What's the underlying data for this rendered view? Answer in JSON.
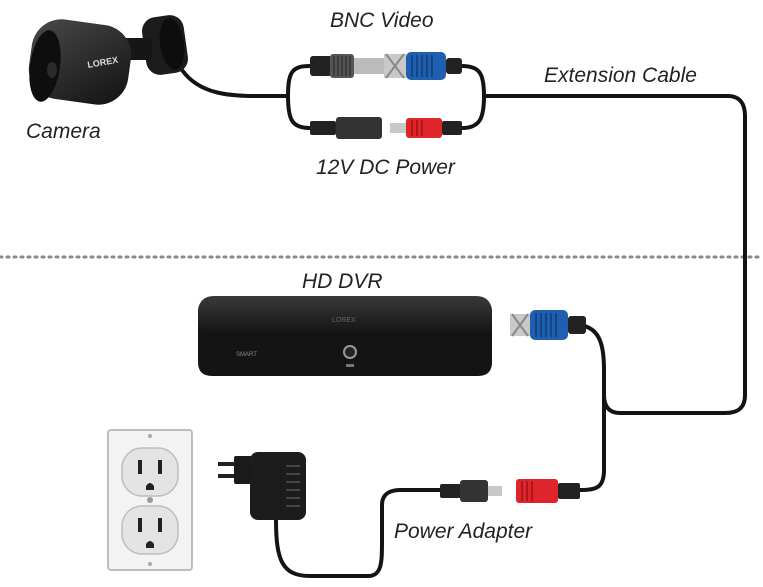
{
  "labels": {
    "camera": "Camera",
    "bnc_video": "BNC Video",
    "extension_cable": "Extension Cable",
    "dc_power": "12V DC Power",
    "hd_dvr": "HD DVR",
    "power_adapter": "Power Adapter"
  },
  "device_marks": {
    "camera_brand": "LOREX",
    "dvr_brand": "LOREX",
    "dvr_badge": "SMART"
  },
  "colors": {
    "cable": "#141414",
    "bnc_blue": "#1f5fb0",
    "power_red": "#e0242b",
    "device_body": "#1a1a1a",
    "divider": "#8a8a8a",
    "wall_plate": "#f3f3f3"
  },
  "icons": [
    "camera-icon",
    "dvr-icon",
    "power-adapter-icon",
    "wall-outlet-icon",
    "bnc-connector-icon",
    "dc-connector-icon"
  ]
}
